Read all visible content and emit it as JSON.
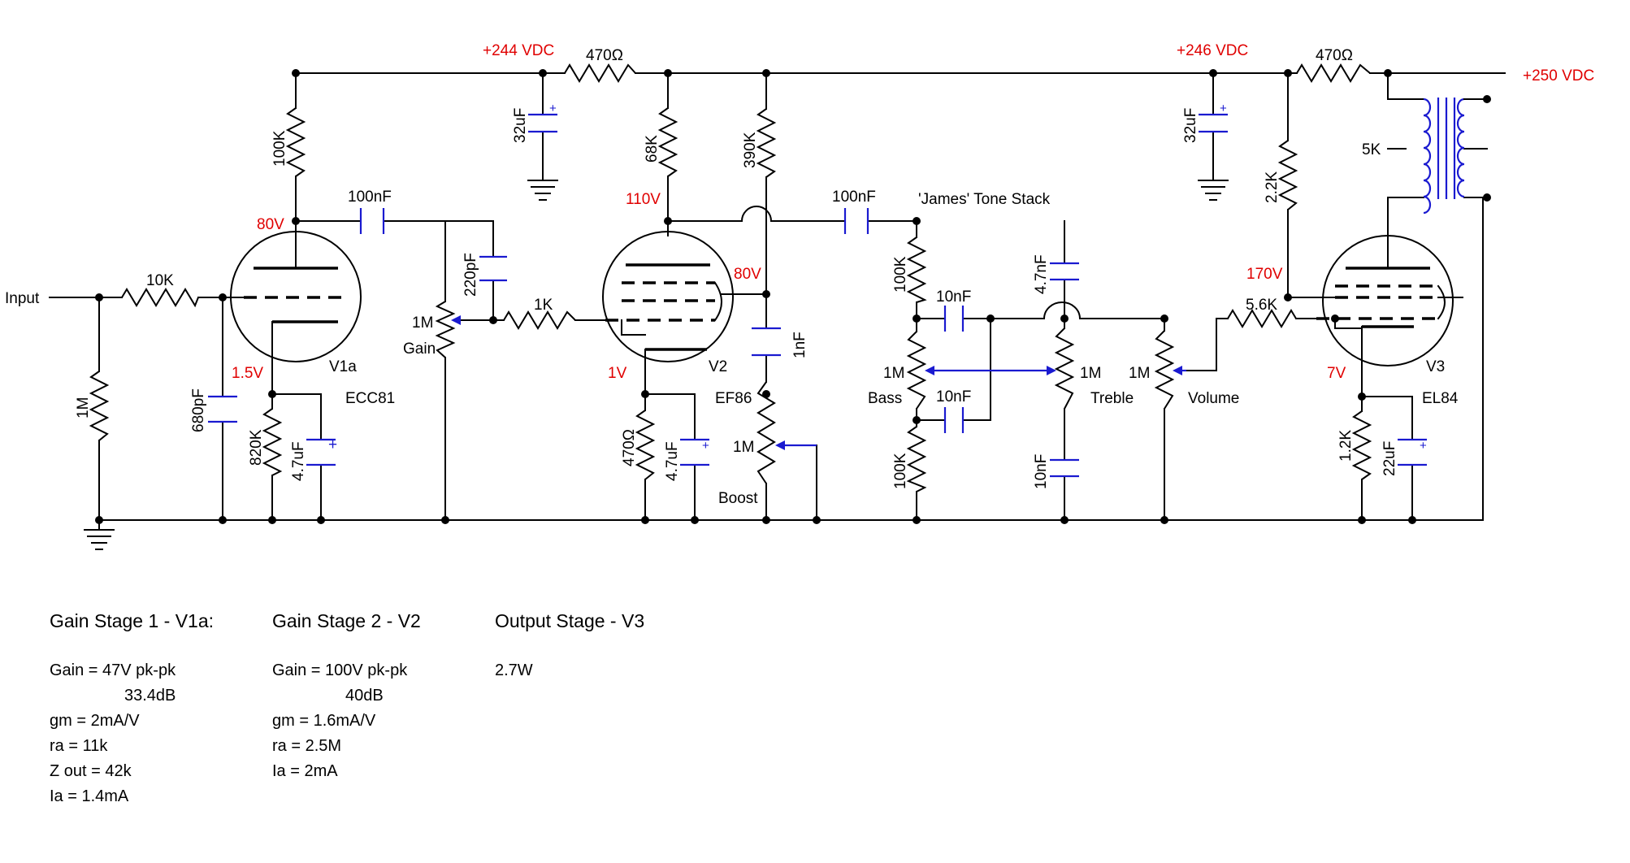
{
  "schematic": {
    "input_label": "Input",
    "voltages": {
      "rail_244": "+244 VDC",
      "rail_246": "+246 VDC",
      "rail_250": "+250 VDC",
      "v1_plate": "80V",
      "v1_cathode": "1.5V",
      "v2_plate": "110V",
      "v2_screen": "80V",
      "v2_cathode": "1V",
      "v3_plate": "170V",
      "v3_cathode": "7V"
    },
    "components": {
      "r_10k": "10K",
      "r_1m_input": "1M",
      "c_680pf": "680pF",
      "r_100k_plate": "100K",
      "c_100nf_1": "100nF",
      "c_220pf": "220pF",
      "pot_gain_value": "1M",
      "pot_gain_label": "Gain",
      "r_1k": "1K",
      "r_820k": "820K",
      "c_4u7_1": "4.7uF",
      "r_470_dropper_1": "470Ω",
      "c_32uf_1": "32uF",
      "r_68k": "68K",
      "r_390k": "390K",
      "c_1nf": "1nF",
      "r_470_cathode": "470Ω",
      "c_4u7_2": "4.7uF",
      "pot_boost_value": "1M",
      "pot_boost_label": "Boost",
      "c_100nf_2": "100nF",
      "tone_stack_label": "'James' Tone Stack",
      "r_100k_top": "100K",
      "c_10nf_top": "10nF",
      "pot_bass_value": "1M",
      "pot_bass_label": "Bass",
      "c_10nf_bottom": "10nF",
      "r_100k_bottom": "100K",
      "c_4n7": "4.7nF",
      "pot_treble_value": "1M",
      "pot_treble_label": "Treble",
      "c_10nf_treble": "10nF",
      "pot_volume_value": "1M",
      "pot_volume_label": "Volume",
      "r_5k6": "5.6K",
      "c_32uf_2": "32uF",
      "r_2k2": "2.2K",
      "r_470_dropper_2": "470Ω",
      "transformer_label": "5K",
      "r_1k2": "1.2K",
      "c_22uf": "22uF"
    },
    "tubes": {
      "v1_name": "V1a",
      "v1_type": "ECC81",
      "v2_name": "V2",
      "v2_type": "EF86",
      "v3_name": "V3",
      "v3_type": "EL84"
    }
  },
  "notes": {
    "stage1": {
      "title": "Gain Stage 1 - V1a:",
      "lines": [
        "Gain = 47V pk-pk",
        "33.4dB",
        "gm = 2mA/V",
        "ra = 11k",
        "Z out = 42k",
        "Ia = 1.4mA"
      ]
    },
    "stage2": {
      "title": "Gain Stage 2 - V2",
      "lines": [
        "Gain = 100V pk-pk",
        "40dB",
        "gm = 1.6mA/V",
        "ra = 2.5M",
        "Ia = 2mA"
      ]
    },
    "stage3": {
      "title": "Output Stage - V3",
      "lines": [
        "2.7W"
      ]
    }
  },
  "colors": {
    "wire": "#000000",
    "component_blue": "#1a1ad0",
    "voltage_red": "#e00000"
  }
}
